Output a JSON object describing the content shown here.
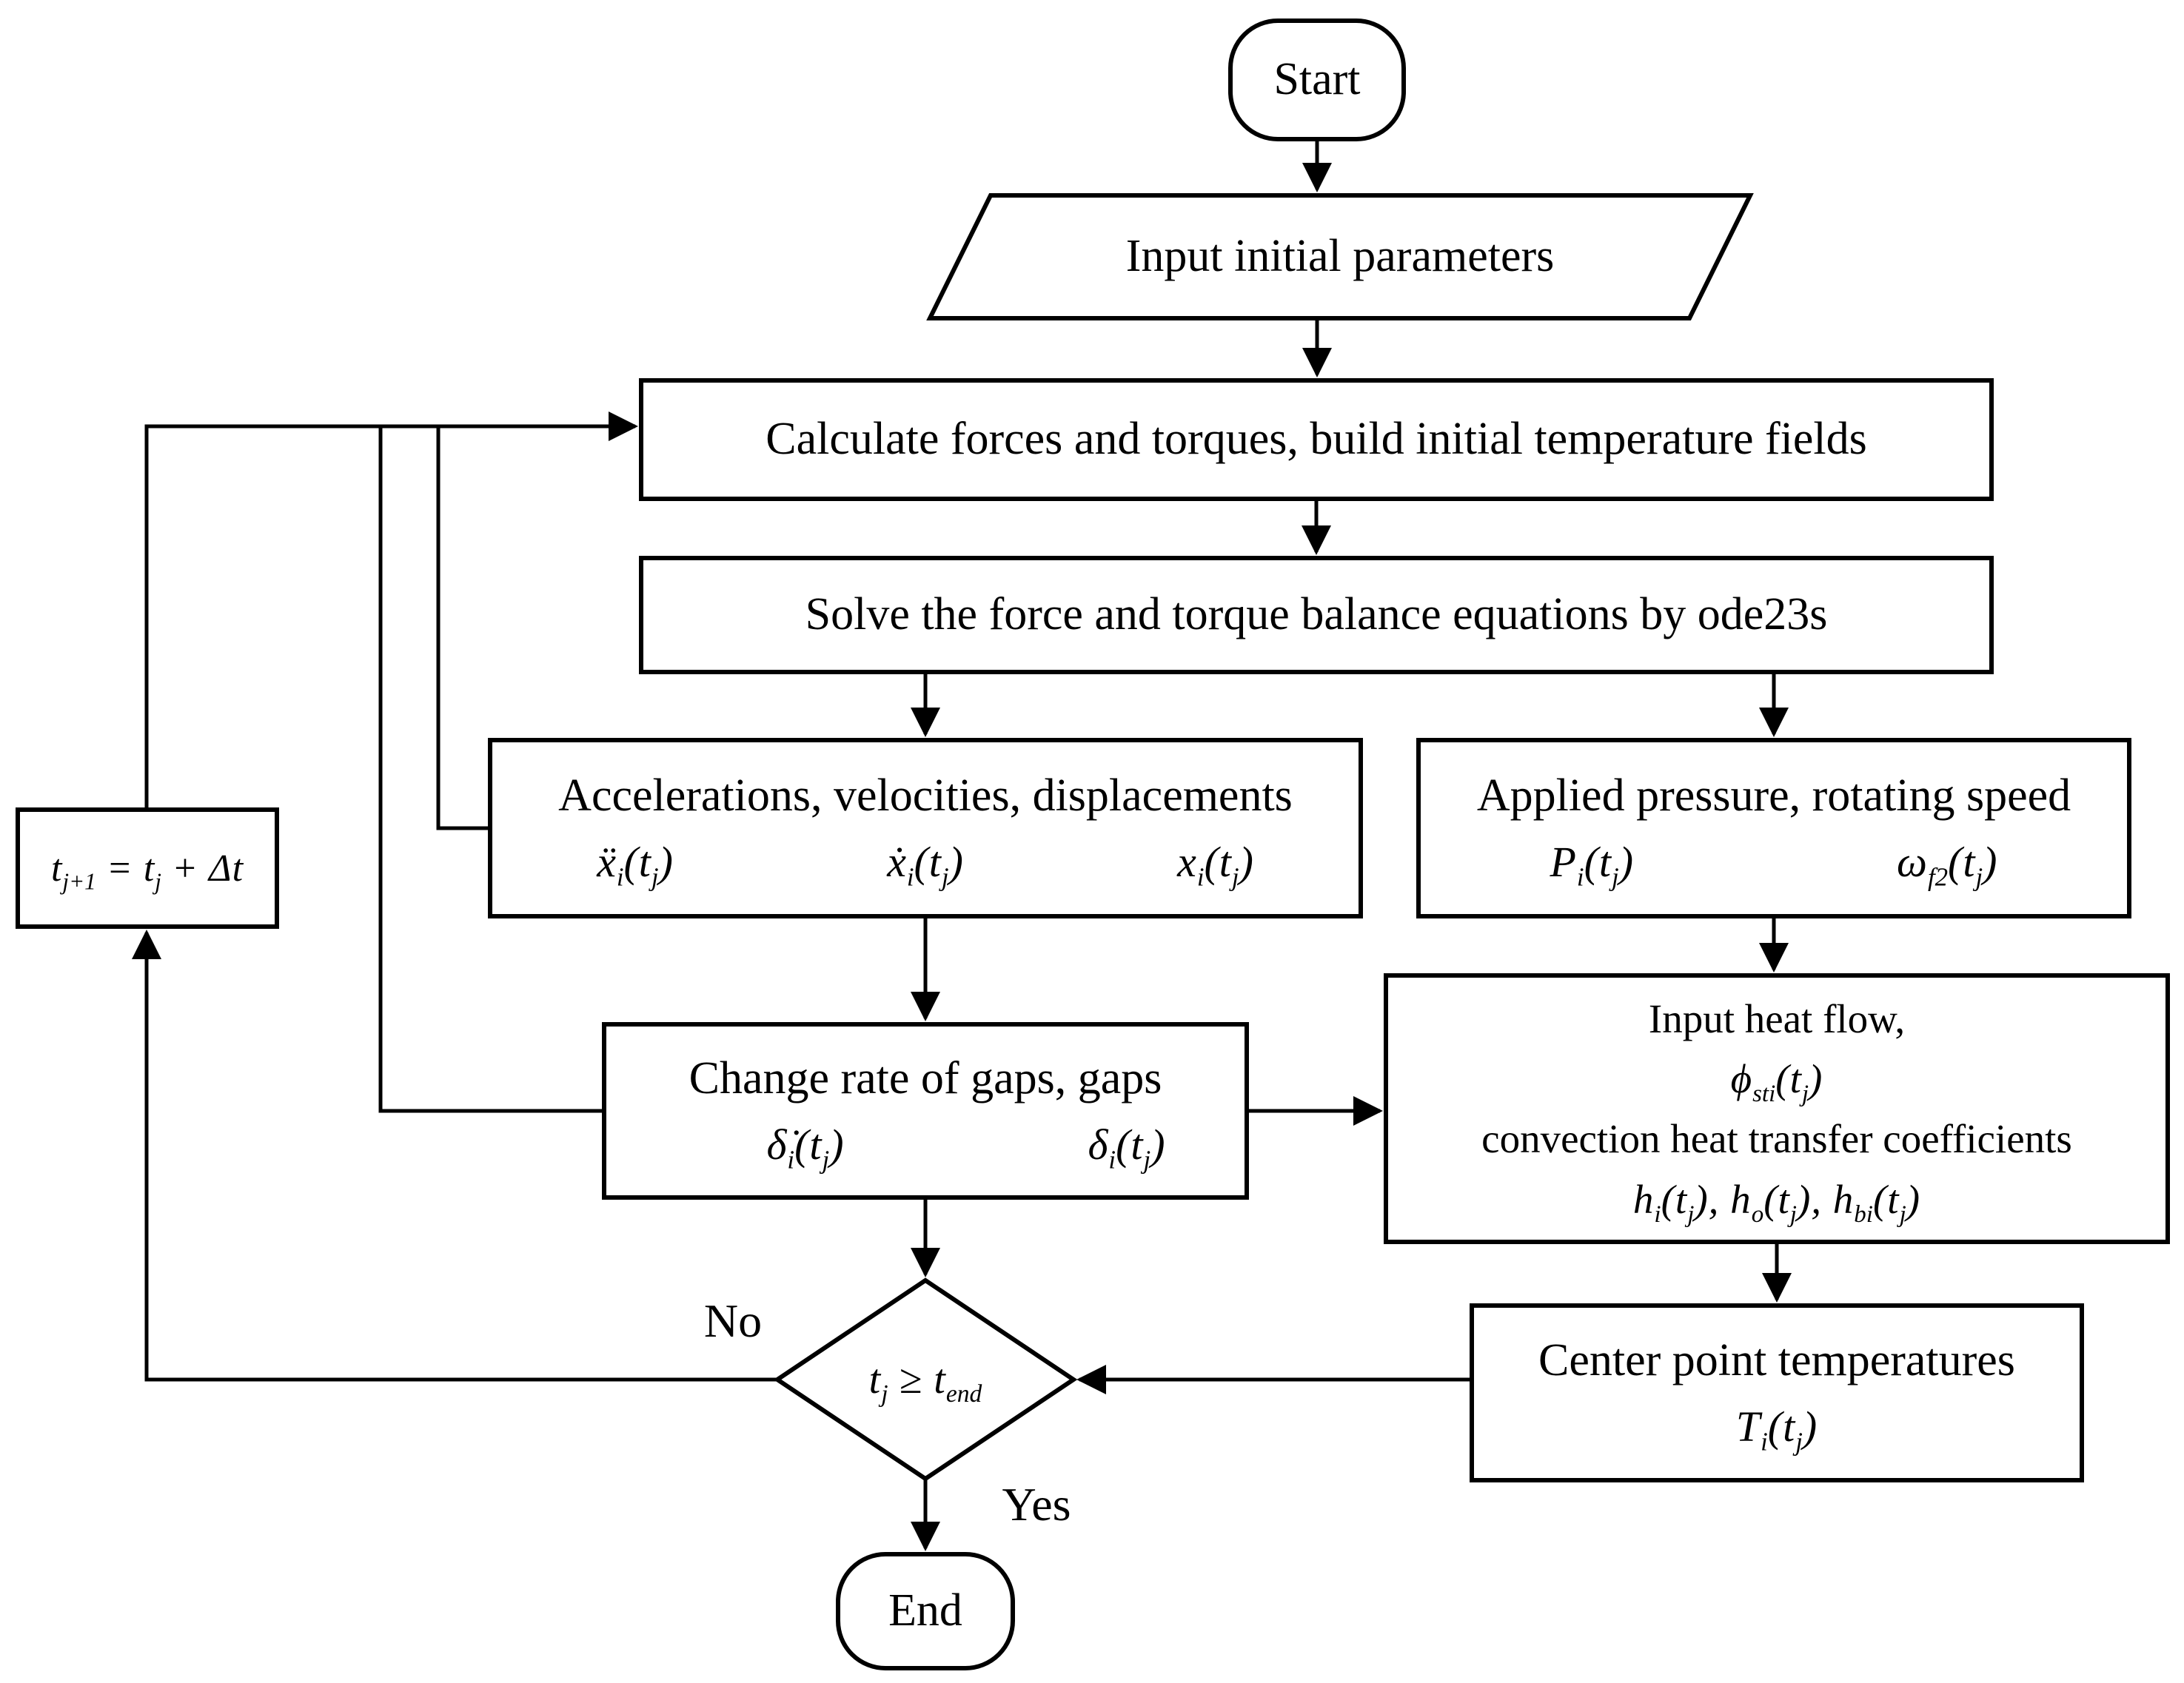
{
  "page": {
    "background": "#ffffff",
    "line_color": "#000000"
  },
  "nodes": {
    "start": {
      "label": "Start"
    },
    "input_params": {
      "label": "Input initial parameters"
    },
    "calc_forces": {
      "label": "Calculate forces and torques, build initial temperature fields"
    },
    "solve_ode": {
      "label": "Solve the force and torque balance equations by ode23s"
    },
    "accelerations": {
      "label": "Accelerations, velocities, displacements",
      "math": [
        "ẍ_{i}(t_{j})",
        "ẋ_{i}(t_{j})",
        "x_{i}(t_{j})"
      ]
    },
    "applied_pressure": {
      "label": "Applied pressure, rotating speed",
      "math": [
        "P_{i}(t_{j})",
        "ω_{f2}(t_{j})"
      ]
    },
    "gaps": {
      "label": "Change rate of gaps, gaps",
      "math": [
        "δ̇_{i}(t_{j})",
        "δ_{i}(t_{j})"
      ]
    },
    "heat_flow": {
      "label_top": "Input heat flow,",
      "math_top": "ϕ_{sti}(t_{j})",
      "label_bottom": "convection heat transfer coefficients",
      "math_bottom": "h_{i}(t_{j}), h_{o}(t_{j}), h_{bi}(t_{j})"
    },
    "center_temps": {
      "label": "Center point temperatures",
      "math": "T_{i}(t_{j})"
    },
    "time_step": {
      "math": "t_{j+1} = t_{j} + Δt"
    },
    "decision": {
      "math": "t_{j} ≥ t_{end}"
    },
    "end": {
      "label": "End"
    }
  },
  "edge_labels": {
    "no": "No",
    "yes": "Yes"
  }
}
